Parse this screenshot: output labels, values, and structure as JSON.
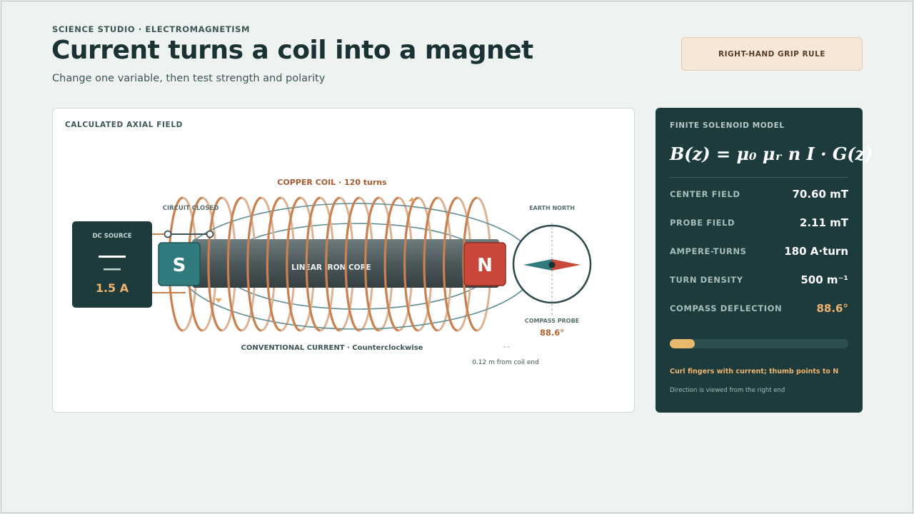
{
  "header": {
    "eyebrow": "SCIENCE STUDIO · ELECTROMAGNETISM",
    "title": "Current turns a coil into a magnet",
    "subtitle": "Change one variable, then test strength and polarity",
    "rule_button": "RIGHT-HAND GRIP RULE"
  },
  "viz": {
    "panel_label": "CALCULATED AXIAL FIELD",
    "coil_label": "COPPER COIL · 120 turns",
    "circuit_label": "CIRCUIT CLOSED",
    "dc_source_label": "DC SOURCE",
    "dc_value": "1.5 A",
    "south_pole": "S",
    "north_pole": "N",
    "core_label": "LINEAR IRON CORE",
    "current_label": "CONVENTIONAL CURRENT · Counterclockwise",
    "earth_north": "EARTH NORTH",
    "compass_label": "COMPASS PROBE",
    "compass_value": "88.6°",
    "probe_distance": "0.12 m from coil end",
    "coil_turns_drawn": 16
  },
  "model": {
    "label": "FINITE SOLENOID MODEL",
    "formula": "B(z) = μ₀ μᵣ n I · G(z)",
    "metrics": [
      {
        "key": "CENTER FIELD",
        "value": "70.60 mT",
        "accent": false
      },
      {
        "key": "PROBE FIELD",
        "value": "2.11 mT",
        "accent": false
      },
      {
        "key": "AMPERE-TURNS",
        "value": "180 A·turn",
        "accent": false
      },
      {
        "key": "TURN DENSITY",
        "value": "500 m⁻¹",
        "accent": false
      },
      {
        "key": "COMPASS DEFLECTION",
        "value": "88.6°",
        "accent": true
      }
    ],
    "strength_fraction": 0.14,
    "hint": "Curl fingers with current; thumb points to N",
    "note": "Direction is viewed from the right end"
  },
  "colors": {
    "copper": "#c98150",
    "north": "#c9483b",
    "south": "#2f7b7e",
    "panel_dark": "#1d3b3d",
    "accent": "#efb36e"
  }
}
